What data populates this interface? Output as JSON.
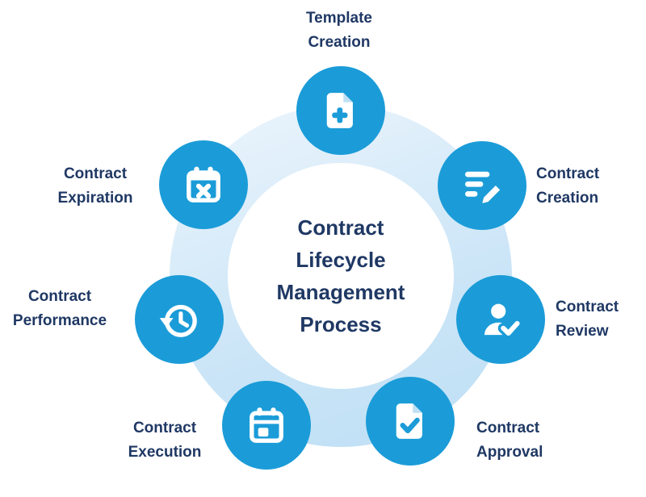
{
  "colors": {
    "node_circle": "#1B9CD8",
    "ring_gradient_light": "#EAF4FC",
    "ring_gradient_dark": "#BEDFF5",
    "label_text": "#1F3864",
    "icon": "#FFFFFF",
    "background": "#FFFFFF"
  },
  "center": {
    "lines": [
      "Contract",
      "Lifecycle",
      "Management",
      "Process"
    ]
  },
  "nodes": [
    {
      "id": "template-creation",
      "lines": [
        "Template",
        "Creation"
      ],
      "icon": "document-plus-icon",
      "position": "top"
    },
    {
      "id": "contract-creation",
      "lines": [
        "Contract",
        "Creation"
      ],
      "icon": "document-edit-icon",
      "position": "top-right"
    },
    {
      "id": "contract-review",
      "lines": [
        "Contract",
        "Review"
      ],
      "icon": "person-check-icon",
      "position": "right"
    },
    {
      "id": "contract-approval",
      "lines": [
        "Contract",
        "Approval"
      ],
      "icon": "document-check-icon",
      "position": "bottom-right"
    },
    {
      "id": "contract-execution",
      "lines": [
        "Contract",
        "Execution"
      ],
      "icon": "calendar-icon",
      "position": "bottom-left"
    },
    {
      "id": "contract-performance",
      "lines": [
        "Contract",
        "Performance"
      ],
      "icon": "history-clock-icon",
      "position": "left"
    },
    {
      "id": "contract-expiration",
      "lines": [
        "Contract",
        "Expiration"
      ],
      "icon": "calendar-x-icon",
      "position": "top-left"
    }
  ]
}
